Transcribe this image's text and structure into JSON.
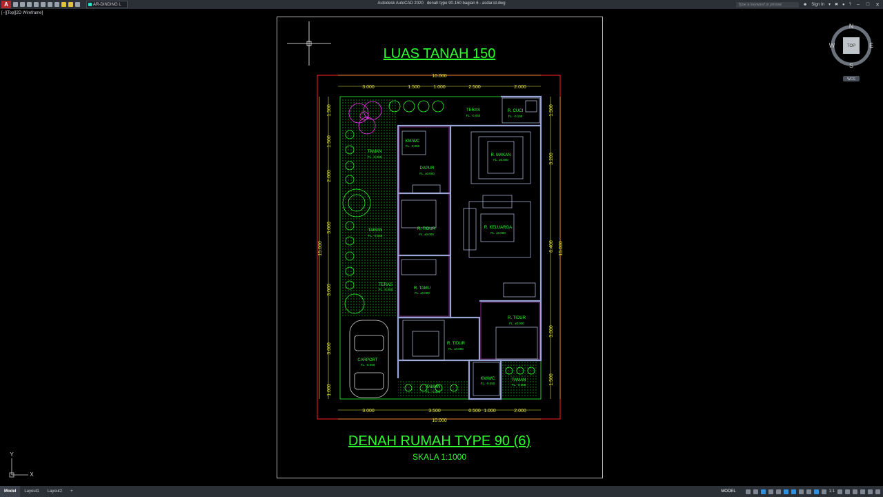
{
  "titlebar": {
    "app_title": "Autodesk AutoCAD 2020",
    "file_title": "denah type 90-150 bagian 6 - asdar.id.dwg",
    "layer_name": "AR-DINDING L",
    "search_placeholder": "Type a keyword or phrase",
    "sign_in": "Sign In"
  },
  "viewport": {
    "label": "[−][Top][2D Wireframe]"
  },
  "viewcube": {
    "top": "TOP",
    "n": "N",
    "s": "S",
    "e": "E",
    "w": "W",
    "wcs": "WCS"
  },
  "ucs": {
    "x": "X",
    "y": "Y"
  },
  "drawing": {
    "top_title": "LUAS TANAH 150",
    "bottom_title": "DENAH RUMAH TYPE 90 (6)",
    "scale": "SKALA 1:1000",
    "dims_top_total": "10.000",
    "dims_top": [
      "3.000",
      "1.500",
      "1.000",
      "2.500",
      "2.000"
    ],
    "dims_bottom": [
      "3.000",
      "3.500",
      "0.500",
      "1.000",
      "2.000"
    ],
    "dims_bottom_total": "10.000",
    "dims_left_total": "15.000",
    "dims_left": [
      "1.500",
      "1.500",
      "2.000",
      "3.000",
      "3.000",
      "3.000",
      "1.000"
    ],
    "dims_right_total": "15.000",
    "dims_right": [
      "1.500",
      "3.200",
      "6.400",
      "3.000",
      "1.500"
    ],
    "rooms": [
      {
        "name": "TERAS",
        "level": "FL. -0.050"
      },
      {
        "name": "R. CUCI",
        "level": "FL. -0.100"
      },
      {
        "name": "KM/WC",
        "level": "FL. -0.050"
      },
      {
        "name": "TAMAN",
        "level": "FL. -0.050"
      },
      {
        "name": "R. MAKAN",
        "level": "FL. ±0.000"
      },
      {
        "name": "DAPUR",
        "level": "FL. ±0.000"
      },
      {
        "name": "R. TIDUR",
        "level": "FL. ±0.000"
      },
      {
        "name": "R. KELUARGA",
        "level": "FL. ±0.000"
      },
      {
        "name": "TAMAN",
        "level": "FL. -0.050"
      },
      {
        "name": "TERAS",
        "level": "FL. -0.050"
      },
      {
        "name": "R. TAMU",
        "level": "FL. ±0.000"
      },
      {
        "name": "R. TIDUR",
        "level": "FL. ±0.000"
      },
      {
        "name": "R. TIDUR",
        "level": "FL. ±0.000"
      },
      {
        "name": "CARPORT",
        "level": "FL. -0.050"
      },
      {
        "name": "KM/WC",
        "level": "FL. -0.050"
      },
      {
        "name": "TAMAN",
        "level": "FL. -0.050"
      },
      {
        "name": "TAMAN",
        "level": "FL. -0.050"
      }
    ]
  },
  "statusbar": {
    "tabs": [
      "Model",
      "Layout1",
      "Layout2",
      "+"
    ],
    "model_label": "MODEL",
    "scale": "1:1"
  }
}
